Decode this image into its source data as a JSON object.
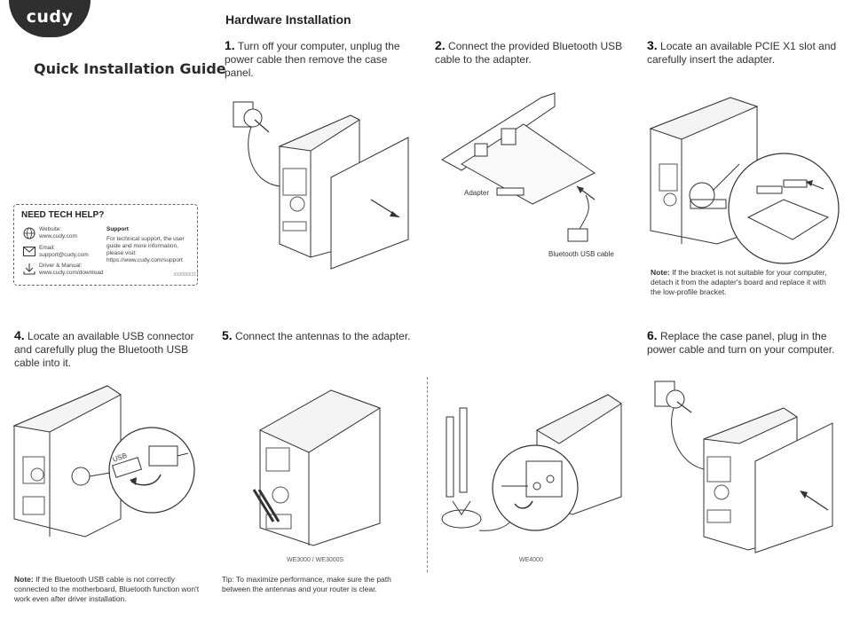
{
  "brand": {
    "logo_text": "cudy"
  },
  "guide_title": "Quick Installation Guide",
  "section_title": "Hardware Installation",
  "steps": [
    {
      "num": "1.",
      "text": "Turn off your computer, unplug the power cable then remove the case panel."
    },
    {
      "num": "2.",
      "text": "Connect the provided Bluetooth USB cable to the adapter."
    },
    {
      "num": "3.",
      "text": "Locate an available PCIE X1 slot and carefully insert the adapter."
    },
    {
      "num": "4.",
      "text": "Locate an available USB connector and carefully plug the Bluetooth USB cable into it."
    },
    {
      "num": "5.",
      "text": "Connect the antennas to the adapter."
    },
    {
      "num": "6.",
      "text": "Replace the case panel, plug in the power cable and turn on your computer."
    }
  ],
  "step2_labels": {
    "adapter": "Adapter",
    "cable": "Bluetooth USB cable"
  },
  "step3_note": {
    "label": "Note:",
    "text": "If the bracket is not suitable for your computer, detach it from the adapter's board and replace it with the low-profile bracket."
  },
  "step4_note": {
    "label": "Note:",
    "text": "If the Bluetooth USB cable is not correctly connected to the motherboard, Bluetooth function won't work even after driver installation."
  },
  "step4_usb_label": "USB",
  "step5_tip": "Tip: To maximize performance, make sure the path between the antennas and your router is clear.",
  "step5_captions": {
    "left": "WE3000 / WE3000S",
    "right": "WE4000"
  },
  "tech_help": {
    "title": "NEED TECH HELP?",
    "website_label": "Website:",
    "website": "www.cudy.com",
    "email_label": "Email:",
    "email": "support@cudy.com",
    "driver_label": "Driver & Manual:",
    "driver_url": "www.cudy.com/download",
    "support_title": "Support",
    "support_text": "For technical support, the user guide and more information, please visit:",
    "support_url": "https://www.cudy.com/support",
    "code": "8100002217"
  }
}
